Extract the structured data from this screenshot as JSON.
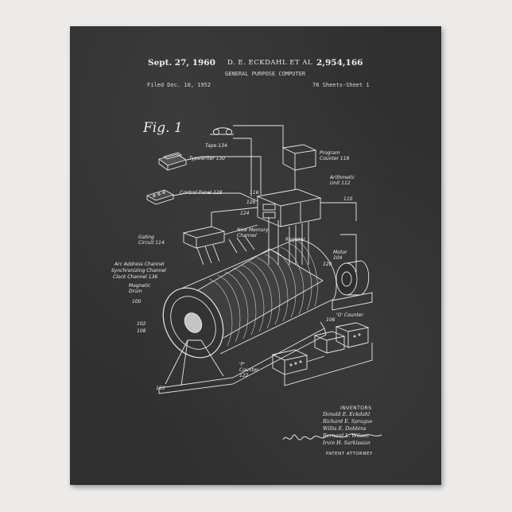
{
  "header": {
    "date": "Sept. 27, 1960",
    "inventor": "D. E. ECKDAHL ET AL",
    "patent_no": "2,954,166",
    "title": "GENERAL PURPOSE COMPUTER",
    "filed": "Filed Dec. 10, 1952",
    "sheets": "76 Sheets-Sheet 1"
  },
  "figure_label": "Fig. 1",
  "labels": {
    "tape": "Tape-134",
    "typewriter": "Typewriter 130",
    "control_panel": "Control Panel 128",
    "program_counter": "Program Counter 118",
    "arithmetic_unit": "Arithmetic Unit 112",
    "new_memory": "New Memory Channel",
    "gating": "Gating Circuit 114",
    "arc_address": "Arc Address Channel",
    "sync_channel": "Synchronizing Channel",
    "clock_channel": "Clock Channel 136",
    "magnetic_drum": "Magnetic Drum",
    "motor": "Motor 104",
    "p_counter": "'P' Counter 122",
    "o_counter": "'O' Counter",
    "register": "Register",
    "ref_120": "120",
    "ref_100": "100",
    "ref_102": "102",
    "ref_108": "108",
    "ref_103": "103",
    "ref_106": "106",
    "ref_124": "124",
    "ref_116": "116",
    "ref_126": "126",
    "ref_110": "110"
  },
  "inventors": {
    "heading": "INVENTORS",
    "names": [
      "Donald E. Eckdahl",
      "Richard E. Sprague",
      "Willis E. Dobbins",
      "Bernard L. Wilson",
      "Irvin H. Sarkissian"
    ]
  },
  "attorney_label": "PATENT ATTORNEY",
  "colors": {
    "chalkboard": "#2f2f2f",
    "chalk": "#e6e6e6",
    "wall": "#ecebea"
  }
}
